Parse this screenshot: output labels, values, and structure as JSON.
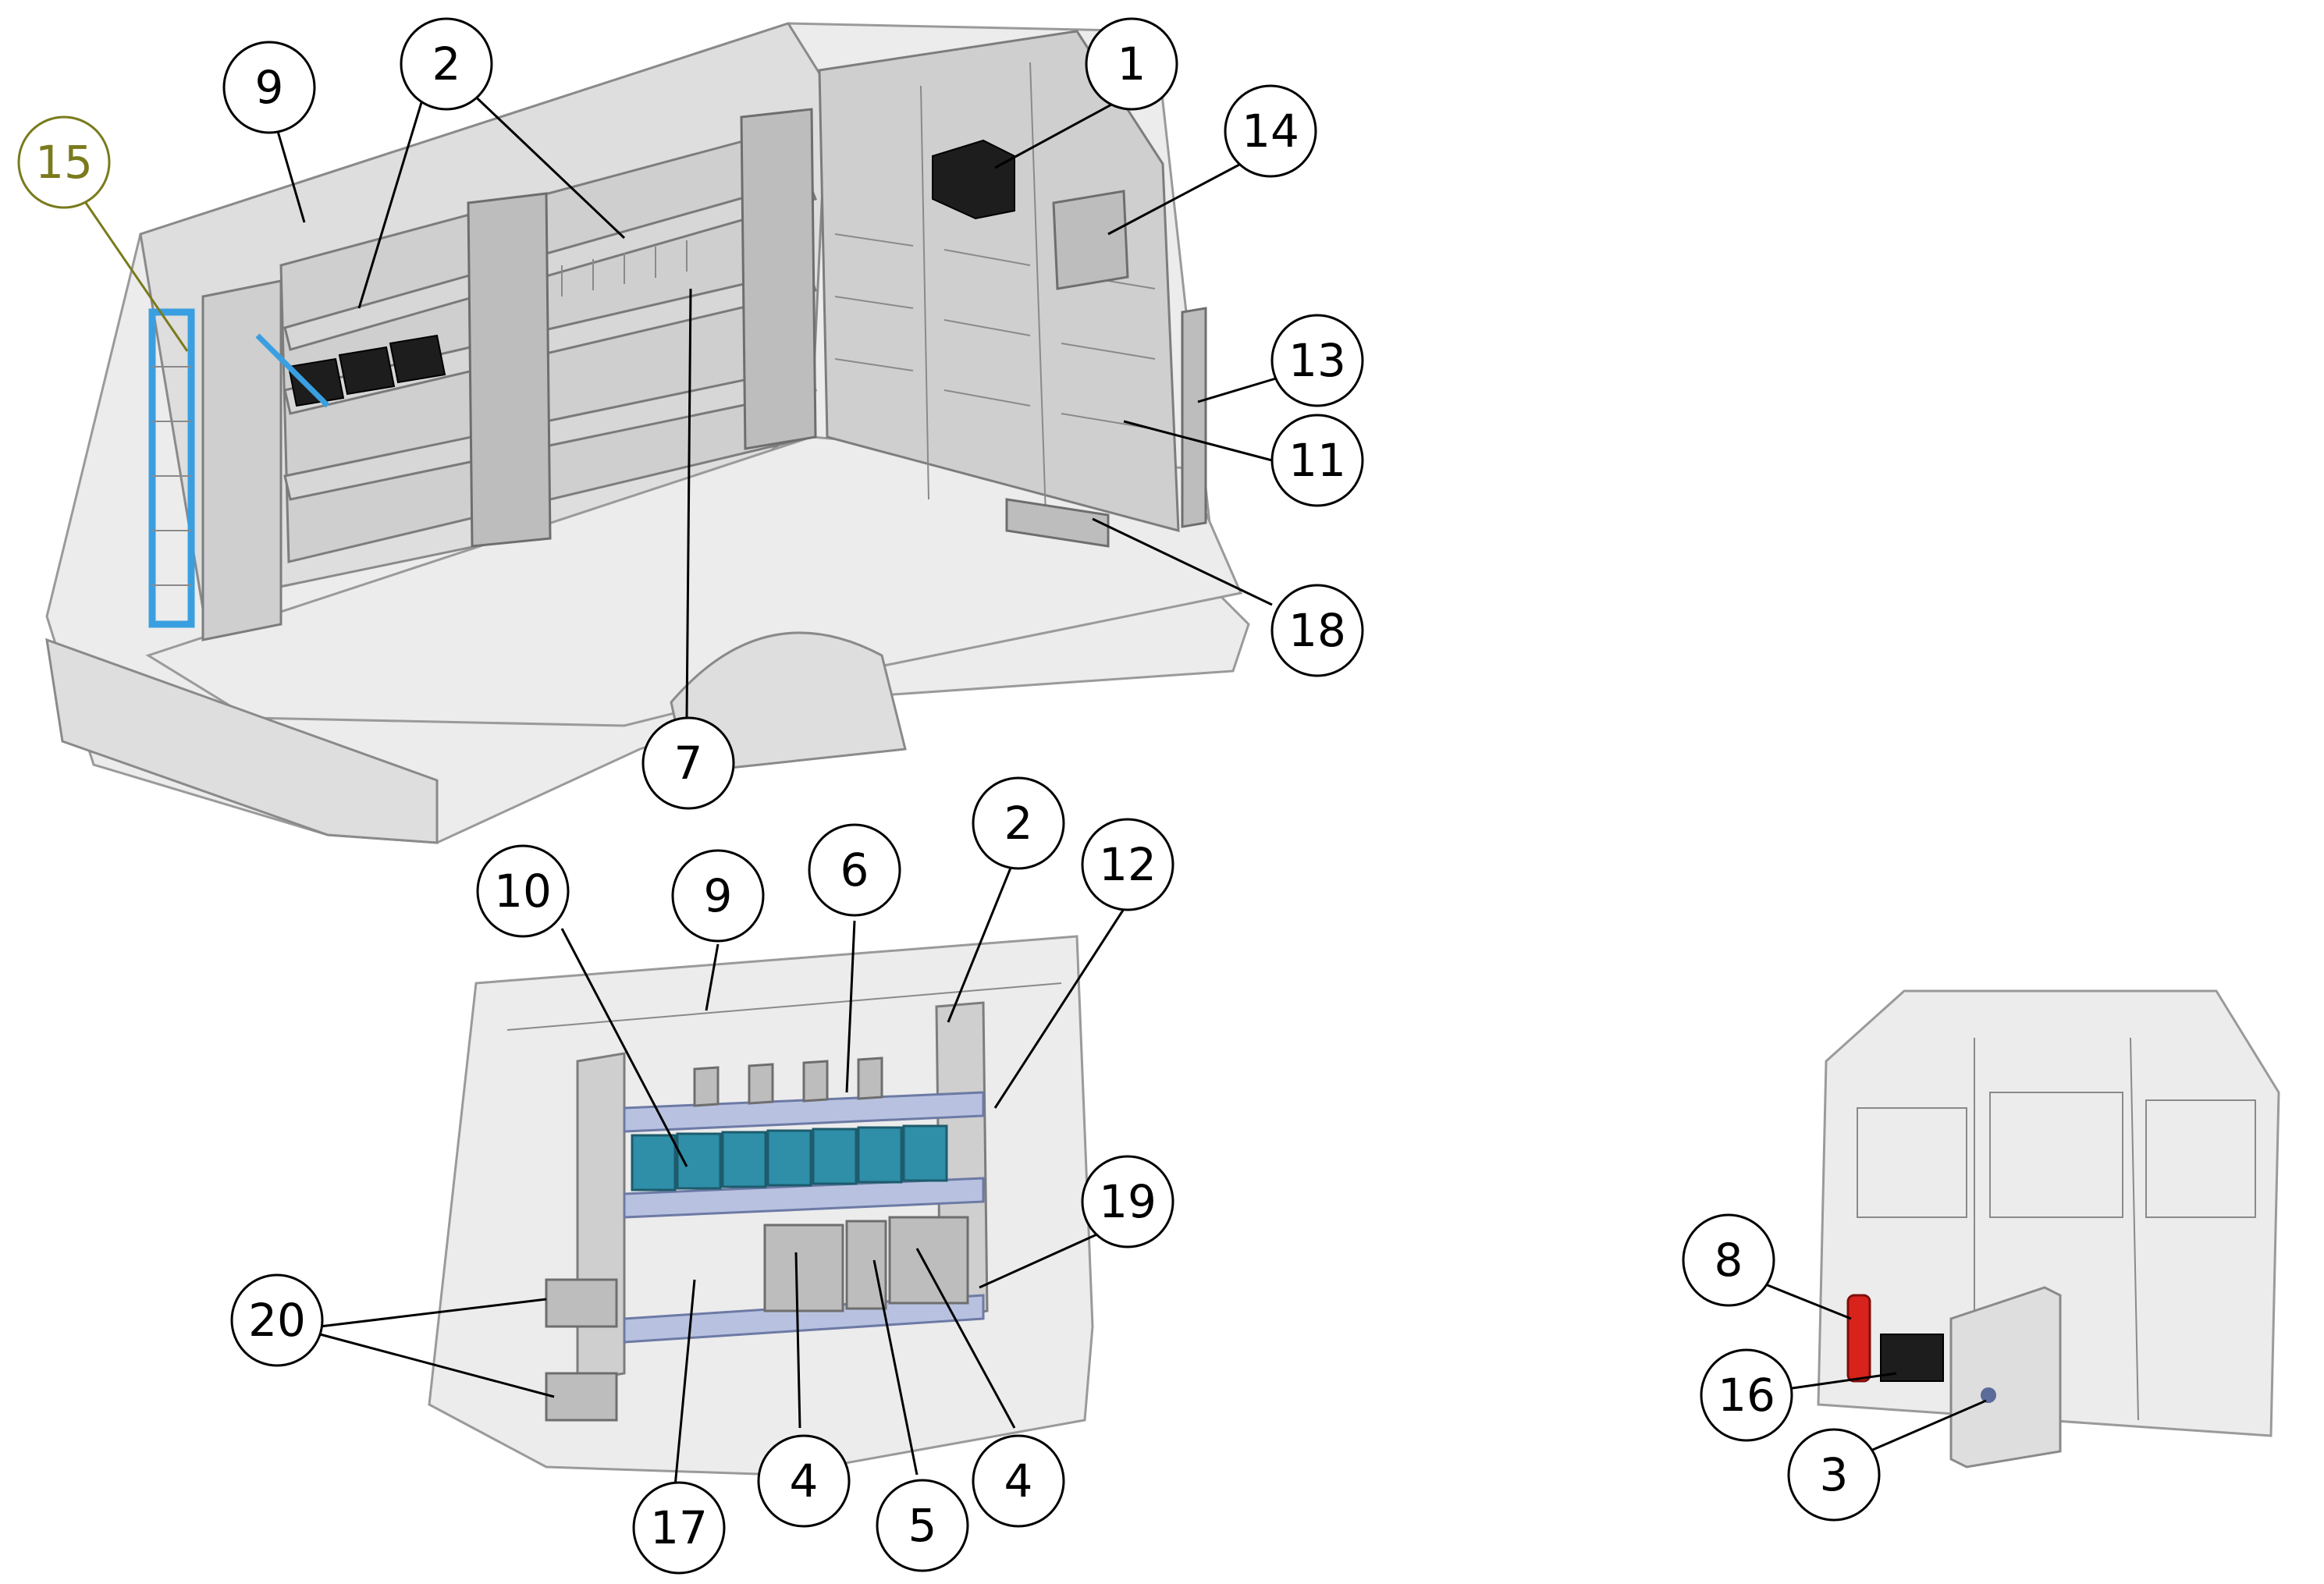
{
  "callouts": [
    {
      "id": "1",
      "label": "1"
    },
    {
      "id": "2a",
      "label": "2"
    },
    {
      "id": "9a",
      "label": "9"
    },
    {
      "id": "15",
      "label": "15"
    },
    {
      "id": "14",
      "label": "14"
    },
    {
      "id": "13",
      "label": "13"
    },
    {
      "id": "11",
      "label": "11"
    },
    {
      "id": "18",
      "label": "18"
    },
    {
      "id": "7",
      "label": "7"
    },
    {
      "id": "10",
      "label": "10"
    },
    {
      "id": "9b",
      "label": "9"
    },
    {
      "id": "6",
      "label": "6"
    },
    {
      "id": "2b",
      "label": "2"
    },
    {
      "id": "12",
      "label": "12"
    },
    {
      "id": "19",
      "label": "19"
    },
    {
      "id": "20",
      "label": "20"
    },
    {
      "id": "17",
      "label": "17"
    },
    {
      "id": "4a",
      "label": "4"
    },
    {
      "id": "5",
      "label": "5"
    },
    {
      "id": "4b",
      "label": "4"
    },
    {
      "id": "8",
      "label": "8"
    },
    {
      "id": "16",
      "label": "16"
    },
    {
      "id": "3",
      "label": "3"
    }
  ],
  "colors": {
    "callout_default": "#000000",
    "callout_highlight": "#7a7a1e",
    "bins_teal": "#2f8ea8",
    "ladder_blue": "#3a9fe0",
    "extinguisher_red": "#d8231c"
  }
}
